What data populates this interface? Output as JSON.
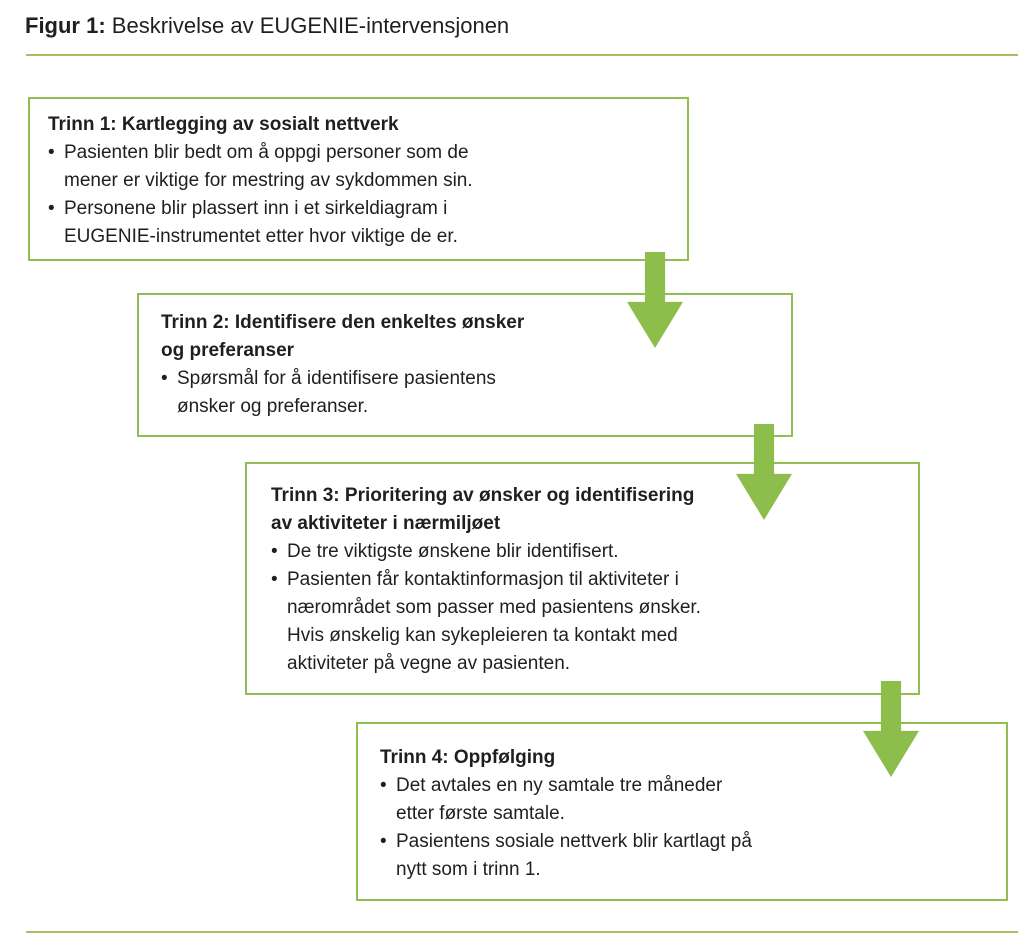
{
  "figure": {
    "title_label": "Figur 1:",
    "title_text": " Beskrivelse av EUGENIE-intervensjonen"
  },
  "glyphs": {
    "bullet": "•"
  },
  "colors": {
    "box_border_green": "#90be50",
    "arrow_green": "#8dbd4a",
    "divider_green": "#a6c161",
    "text": "#1f1f1f"
  },
  "boxes": [
    {
      "title": "Trinn 1: Kartlegging av sosialt nettverk",
      "bullets": [
        "Pasienten blir bedt om å oppgi personer som de\nmener er viktige for mestring av sykdommen sin.",
        "Personene blir plassert inn i et sirkeldiagram i\nEUGENIE-instrumentet etter hvor viktige de er."
      ]
    },
    {
      "title": "Trinn 2: Identifisere den enkeltes ønsker\nog preferanser",
      "bullets": [
        "Spørsmål for å identifisere pasientens\nønsker og preferanser."
      ]
    },
    {
      "title": "Trinn 3: Prioritering av ønsker og identifisering\nav aktiviteter i nærmiljøet",
      "bullets": [
        "De tre viktigste ønskene blir identifisert.",
        "Pasienten får kontaktinformasjon til aktiviteter i\nnærområdet som passer med pasientens ønsker.\nHvis ønskelig kan sykepleieren ta kontakt med\naktiviteter på vegne av pasienten."
      ]
    },
    {
      "title": "Trinn 4: Oppfølging",
      "bullets": [
        "Det avtales en ny samtale tre måneder\netter første samtale.",
        "Pasientens sosiale nettverk blir kartlagt på\nnytt som i trinn 1."
      ]
    }
  ]
}
